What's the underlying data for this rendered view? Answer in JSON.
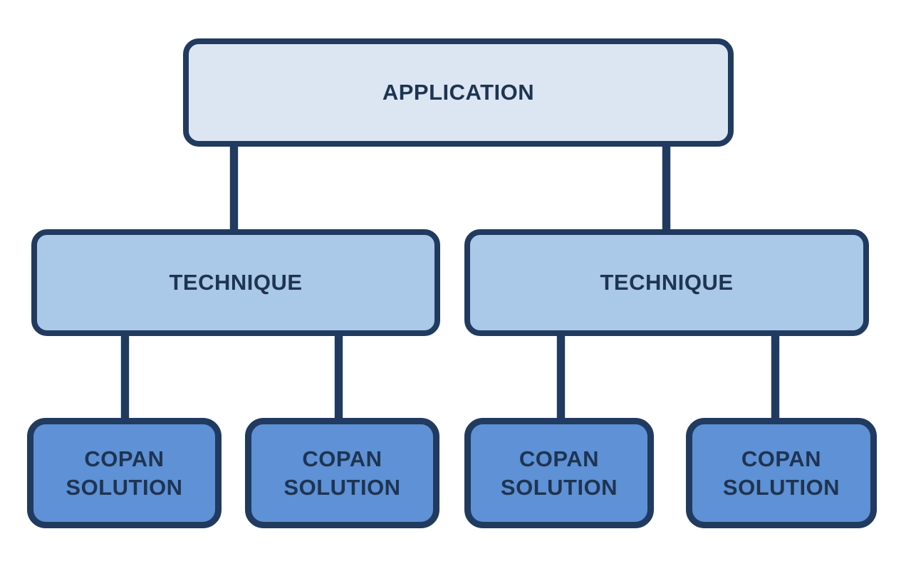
{
  "diagram": {
    "type": "hierarchy",
    "levels": [
      "application",
      "technique",
      "copan-solution"
    ],
    "root": {
      "label": "APPLICATION"
    },
    "techniques": [
      {
        "label": "TECHNIQUE"
      },
      {
        "label": "TECHNIQUE"
      }
    ],
    "solutions": [
      {
        "label": "COPAN SOLUTION"
      },
      {
        "label": "COPAN SOLUTION"
      },
      {
        "label": "COPAN SOLUTION"
      },
      {
        "label": "COPAN SOLUTION"
      }
    ],
    "edges": [
      {
        "from": "application",
        "to": "technique-left"
      },
      {
        "from": "application",
        "to": "technique-right"
      },
      {
        "from": "technique-left",
        "to": "copan-solution-1"
      },
      {
        "from": "technique-left",
        "to": "copan-solution-2"
      },
      {
        "from": "technique-right",
        "to": "copan-solution-3"
      },
      {
        "from": "technique-right",
        "to": "copan-solution-4"
      }
    ],
    "colors": {
      "application_fill": "#dce6f3",
      "technique_fill": "#aac8e8",
      "solution_fill": "#5e91d5",
      "border": "#213a5f",
      "connector": "#213a5f",
      "text": "#1e3451",
      "background": "#ffffff"
    }
  }
}
